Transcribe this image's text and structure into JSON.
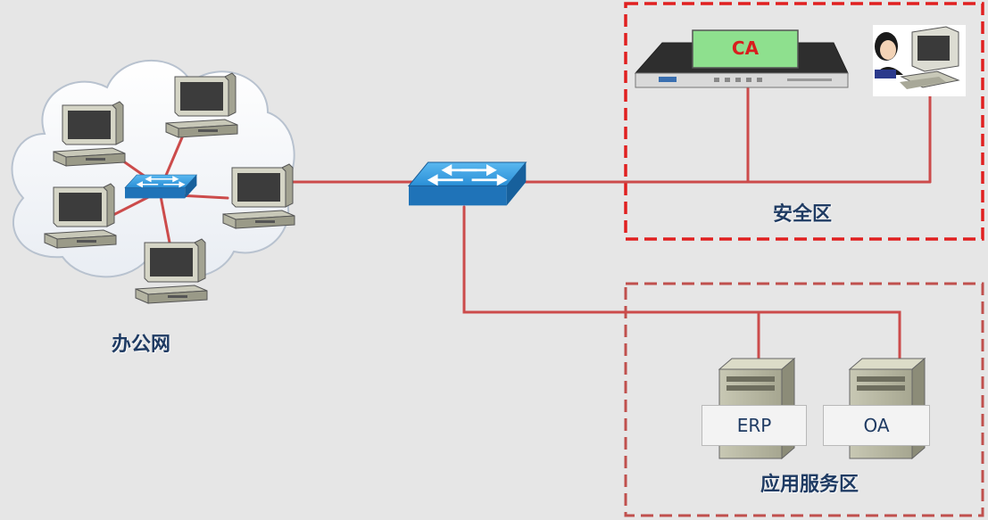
{
  "labels": {
    "office_network": "办公网",
    "security_zone": "安全区",
    "app_zone": "应用服务区",
    "ca": "CA",
    "erp": "ERP",
    "oa": "OA"
  },
  "colors": {
    "background": "#e6e6e6",
    "link": "#cc4b4b",
    "zone_border": "#e02020",
    "zone_border_dashed": "#c0504d",
    "switch_blue": "#2b8fd6",
    "ca_screen": "#8ee08e",
    "label_text": "#1f3b63",
    "ca_text": "#d81e1e"
  },
  "icons": [
    "cloud-icon",
    "workstation-icon",
    "switch-icon",
    "ca-server-icon",
    "admin-user-icon",
    "server-icon"
  ]
}
